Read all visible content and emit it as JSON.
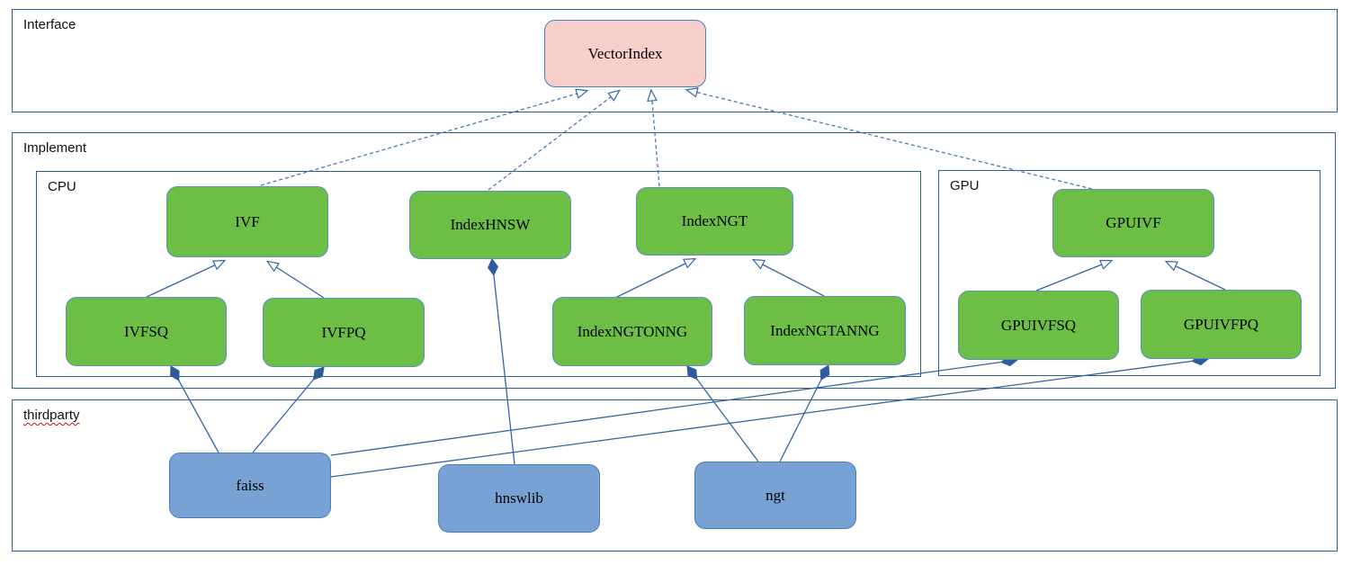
{
  "containers": {
    "interface": {
      "label": "Interface"
    },
    "implement": {
      "label": "Implement"
    },
    "cpu": {
      "label": "CPU"
    },
    "gpu": {
      "label": "GPU"
    },
    "thirdparty": {
      "label": "thirdparty"
    }
  },
  "nodes": {
    "vectorindex": {
      "label": "VectorIndex"
    },
    "ivf": {
      "label": "IVF"
    },
    "indexhnsw": {
      "label": "IndexHNSW"
    },
    "indexngt": {
      "label": "IndexNGT"
    },
    "ivfsq": {
      "label": "IVFSQ"
    },
    "ivfpq": {
      "label": "IVFPQ"
    },
    "indexngtonng": {
      "label": "IndexNGTONNG"
    },
    "indexngtanng": {
      "label": "IndexNGTANNG"
    },
    "gpuivf": {
      "label": "GPUIVF"
    },
    "gpuivfsq": {
      "label": "GPUIVFSQ"
    },
    "gpuivfpq": {
      "label": "GPUIVFPQ"
    },
    "faiss": {
      "label": "faiss"
    },
    "hnswlib": {
      "label": "hnswlib"
    },
    "ngt": {
      "label": "ngt"
    }
  },
  "edges": {
    "realization_dashed_hollow_arrow": [
      {
        "from": "IVF",
        "to": "VectorIndex"
      },
      {
        "from": "IndexHNSW",
        "to": "VectorIndex"
      },
      {
        "from": "IndexNGT",
        "to": "VectorIndex"
      },
      {
        "from": "GPUIVF",
        "to": "VectorIndex"
      }
    ],
    "inheritance_hollow_arrow": [
      {
        "from": "IVFSQ",
        "to": "IVF"
      },
      {
        "from": "IVFPQ",
        "to": "IVF"
      },
      {
        "from": "IndexNGTONNG",
        "to": "IndexNGT"
      },
      {
        "from": "IndexNGTANNG",
        "to": "IndexNGT"
      },
      {
        "from": "GPUIVFSQ",
        "to": "GPUIVF"
      },
      {
        "from": "GPUIVFPQ",
        "to": "GPUIVF"
      }
    ],
    "composition_filled_diamond": [
      {
        "owner": "IVFSQ",
        "uses": "faiss"
      },
      {
        "owner": "IVFPQ",
        "uses": "faiss"
      },
      {
        "owner": "GPUIVFSQ",
        "uses": "faiss"
      },
      {
        "owner": "GPUIVFPQ",
        "uses": "faiss"
      },
      {
        "owner": "IndexHNSW",
        "uses": "hnswlib"
      },
      {
        "owner": "IndexNGTONNG",
        "uses": "ngt"
      },
      {
        "owner": "IndexNGTANNG",
        "uses": "ngt"
      }
    ]
  },
  "colors": {
    "node_green": "#6cbe45",
    "node_blue": "#78a2d4",
    "node_pink": "#f6cfca",
    "line_blue": "#3465a4",
    "container_border": "#2e5c9a",
    "spellcheck_red": "#cc1111"
  }
}
